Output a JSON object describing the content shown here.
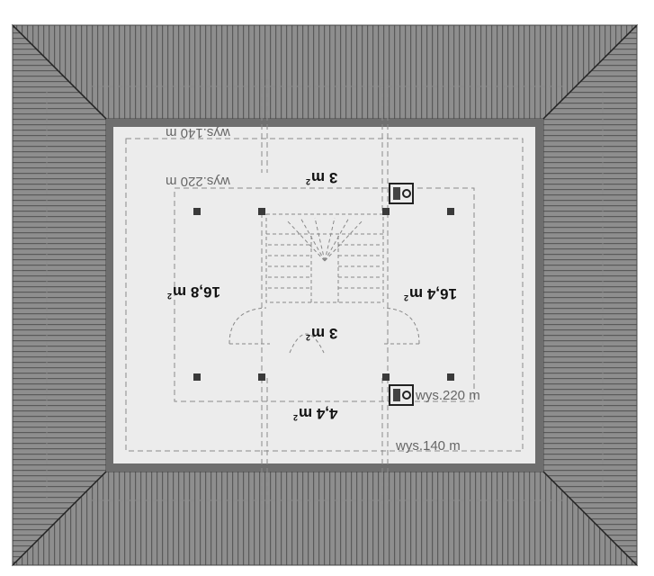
{
  "plan": {
    "rooms": [
      {
        "id": "top-hall",
        "value": "3",
        "unit": "m",
        "sup": "2"
      },
      {
        "id": "left-room",
        "value": "16,8",
        "unit": "m",
        "sup": "2"
      },
      {
        "id": "right-room",
        "value": "16,4",
        "unit": "m",
        "sup": "2"
      },
      {
        "id": "landing",
        "value": "3",
        "unit": "m",
        "sup": "2"
      },
      {
        "id": "bottom-room",
        "value": "4,4",
        "unit": "m",
        "sup": "2"
      }
    ],
    "heights": [
      {
        "id": "top-140",
        "text": "wys.140 m"
      },
      {
        "id": "top-220",
        "text": "wys.220 m"
      },
      {
        "id": "right-220",
        "text": "wys.220 m"
      },
      {
        "id": "bottom-140",
        "text": "wys.140 m"
      }
    ],
    "colors": {
      "roof": "#8c8c8c",
      "roof_lines": "#5a5a5a",
      "wall": "#6e6e6e",
      "floor": "#ececec",
      "dashed": "#8a8a8a"
    }
  }
}
